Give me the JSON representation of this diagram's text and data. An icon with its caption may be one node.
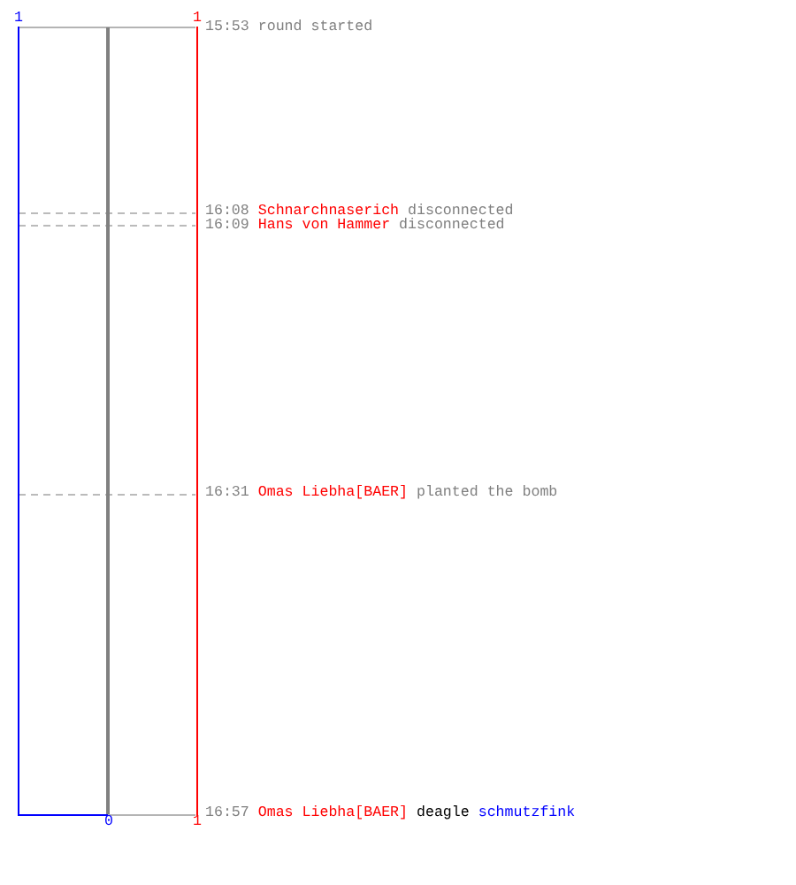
{
  "diagram": {
    "labels": [
      "1",
      "1",
      "15:53",
      "round started",
      "16:08",
      "Schnarchnaserich",
      "disconnected",
      "16:09",
      "Hans von Hammer",
      "disconnected",
      "16:31",
      "Omas Liebha[BAER]",
      "planted the bomb",
      "16:57",
      "Omas Liebha[BAER]",
      "deagle",
      "schmutzfink",
      "0",
      "1"
    ]
  }
}
